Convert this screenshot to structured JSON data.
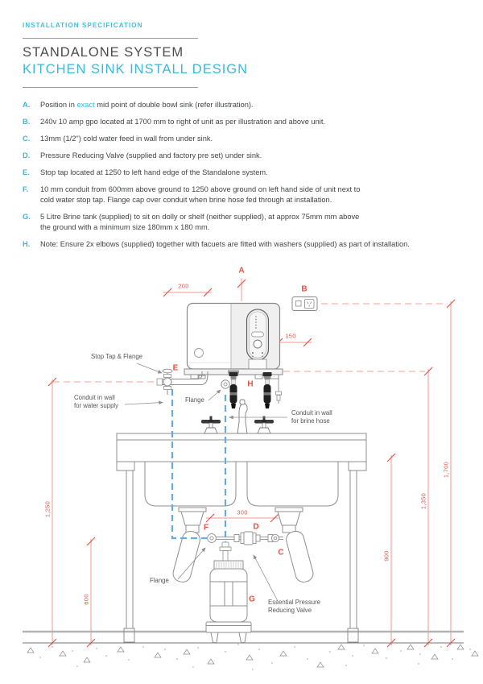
{
  "header": {
    "eyebrow": "INSTALLATION SPECIFICATION",
    "title_line1": "STANDALONE SYSTEM",
    "title_line2": "KITCHEN SINK INSTALL DESIGN"
  },
  "spec_items": [
    {
      "letter": "A.",
      "lines": [
        [
          {
            "t": "Position in "
          },
          {
            "t": "exact",
            "accent": true
          },
          {
            "t": " mid point of double bowl sink (refer illustration)."
          }
        ]
      ]
    },
    {
      "letter": "B.",
      "lines": [
        [
          {
            "t": "240v 10 amp gpo located at 1700 mm to right of unit as per illustration and above unit."
          }
        ]
      ]
    },
    {
      "letter": "C.",
      "lines": [
        [
          {
            "t": "13mm (1/2\") cold water feed in wall from under sink."
          }
        ]
      ]
    },
    {
      "letter": "D.",
      "lines": [
        [
          {
            "t": "Pressure Reducing Valve (supplied and factory pre set) under sink."
          }
        ]
      ]
    },
    {
      "letter": "E.",
      "lines": [
        [
          {
            "t": "Stop tap located at 1250 to left hand edge of the Standalone system."
          }
        ]
      ]
    },
    {
      "letter": "F.",
      "lines": [
        [
          {
            "t": "10 mm conduit from 600mm above ground to 1250 above ground on left hand side of unit next to"
          }
        ],
        [
          {
            "t": "cold water stop tap. Flange cap over conduit when brine hose fed through at installation."
          }
        ]
      ]
    },
    {
      "letter": "G.",
      "lines": [
        [
          {
            "t": "5 Litre Brine tank (supplied) to sit on dolly or shelf (neither supplied), at approx 75mm mm above"
          }
        ],
        [
          {
            "t": "the ground with a minimum size 180mm x 180 mm."
          }
        ]
      ]
    },
    {
      "letter": "H.",
      "lines": [
        [
          {
            "t": "Note: Ensure 2x elbows (supplied) together with facuets are fitted with washers (supplied) as part of installation."
          }
        ]
      ]
    }
  ],
  "diagram": {
    "point_labels": {
      "a": "A",
      "b": "B",
      "c": "C",
      "d": "D",
      "e": "E",
      "f": "F",
      "g": "G",
      "h": "H"
    },
    "dimensions": {
      "top_offset": "200",
      "right_offset": "150",
      "under_sink": "300",
      "gpo_height": "1,700",
      "unit_bottom_height": "1,350",
      "bench_height": "900",
      "stop_tap_height": "1,250",
      "conduit_start_height": "600"
    },
    "annotations": {
      "stop_tap": "Stop Tap & Flange",
      "conduit_water_l1": "Conduit in wall",
      "conduit_water_l2": "for water supply",
      "conduit_brine_l1": "Conduit in wall",
      "conduit_brine_l2": "for brine hose",
      "flange_upper": "Flange",
      "flange_lower": "Flange",
      "prv_l1": "Essential Pressure",
      "prv_l2": "Reducing Valve"
    },
    "colors": {
      "accent_cyan": "#3bb8d8",
      "dimension_red": "#e0584a",
      "dimension_red_light": "#f2a099",
      "conduit_blue": "#66abdb",
      "line_gray": "#8f8f8f",
      "text_gray": "#55565a"
    }
  }
}
